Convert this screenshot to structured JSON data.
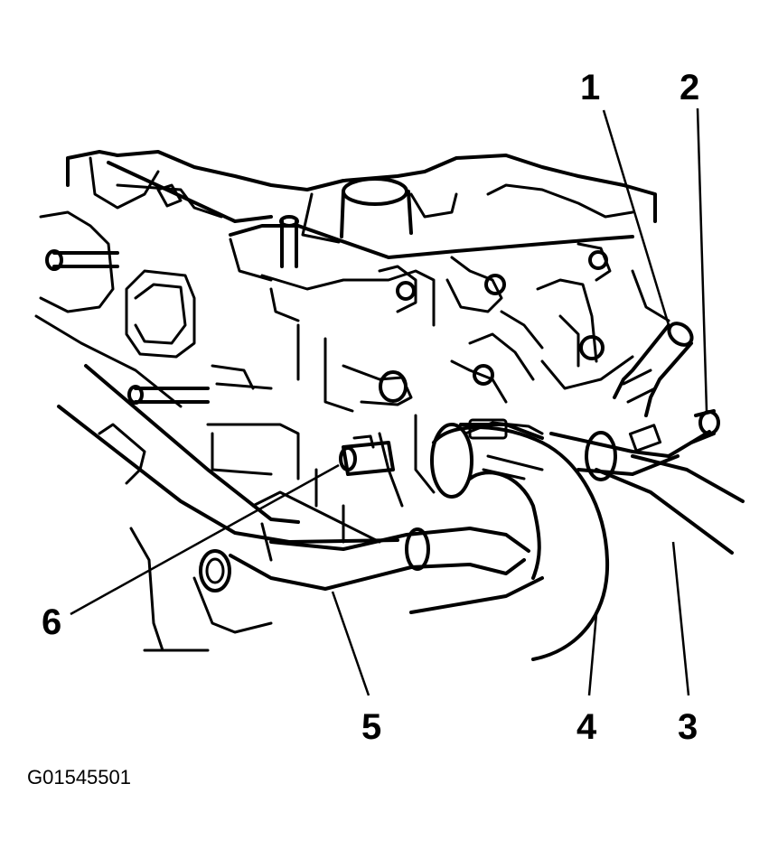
{
  "figure": {
    "id_label": "G01545501",
    "callouts": [
      {
        "key": "c1",
        "text": "1"
      },
      {
        "key": "c2",
        "text": "2"
      },
      {
        "key": "c3",
        "text": "3"
      },
      {
        "key": "c4",
        "text": "4"
      },
      {
        "key": "c5",
        "text": "5"
      },
      {
        "key": "c6",
        "text": "6"
      }
    ]
  },
  "colors": {
    "line": "#000000",
    "background": "#ffffff"
  }
}
